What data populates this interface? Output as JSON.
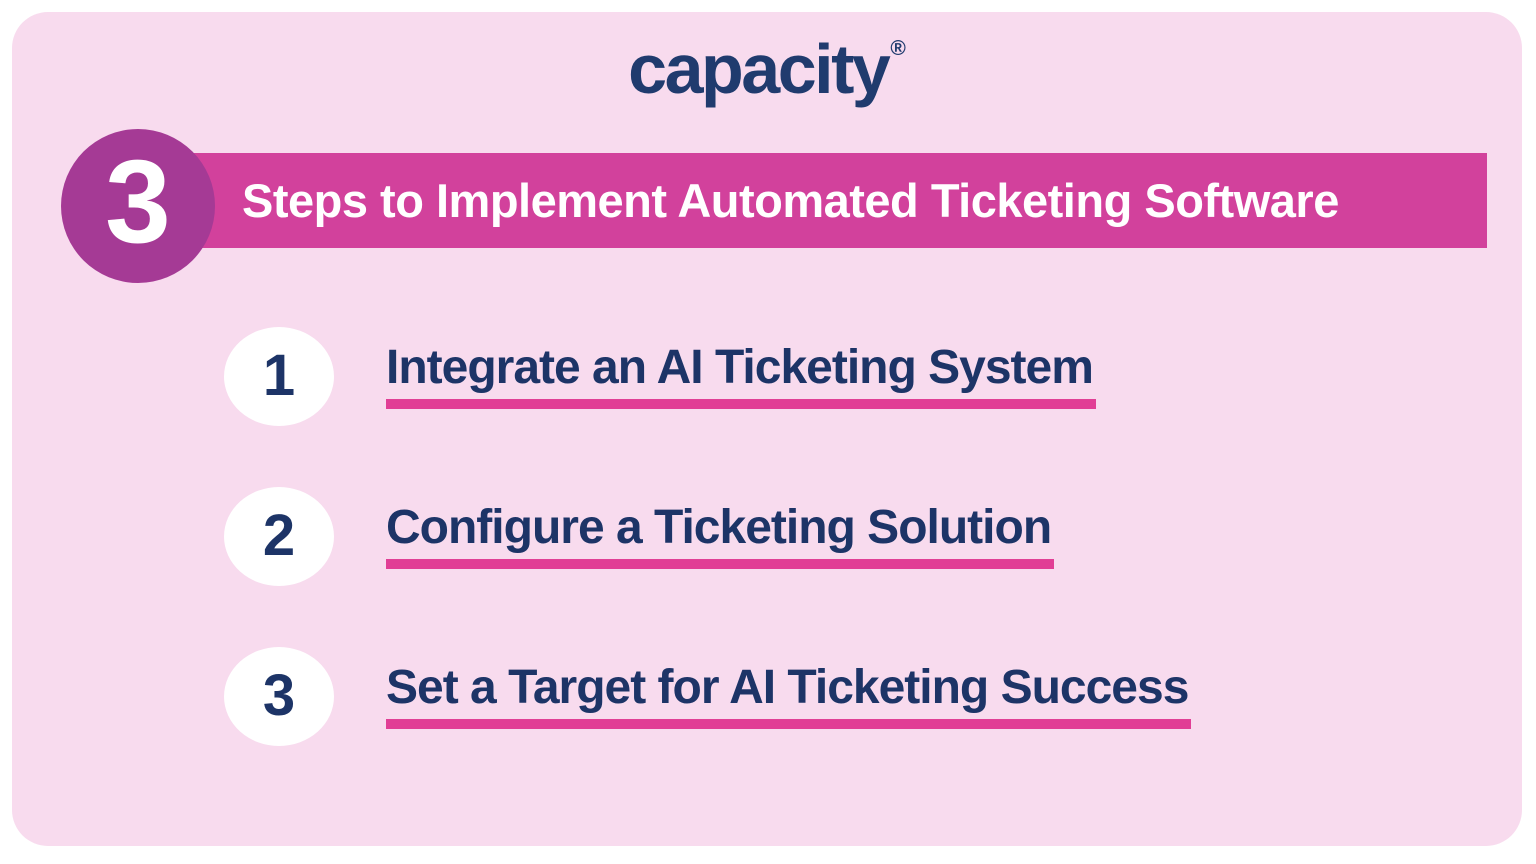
{
  "logo": {
    "text": "capacity",
    "registered_mark": "®"
  },
  "header": {
    "count": "3",
    "title": "Steps to Implement Automated Ticketing Software"
  },
  "steps": [
    {
      "number": "1",
      "title": "Integrate an AI Ticketing System"
    },
    {
      "number": "2",
      "title": "Configure a Ticketing Solution"
    },
    {
      "number": "3",
      "title": "Set a Target for AI Ticketing Success"
    }
  ],
  "colors": {
    "page_background": "#ffffff",
    "card_background": "#f8dbee",
    "count_circle": "#a53a95",
    "banner": "#d2419c",
    "underline": "#e13e95",
    "navy_text": "#1d3467",
    "banner_text": "#ffffff",
    "step_circle": "#ffffff"
  }
}
